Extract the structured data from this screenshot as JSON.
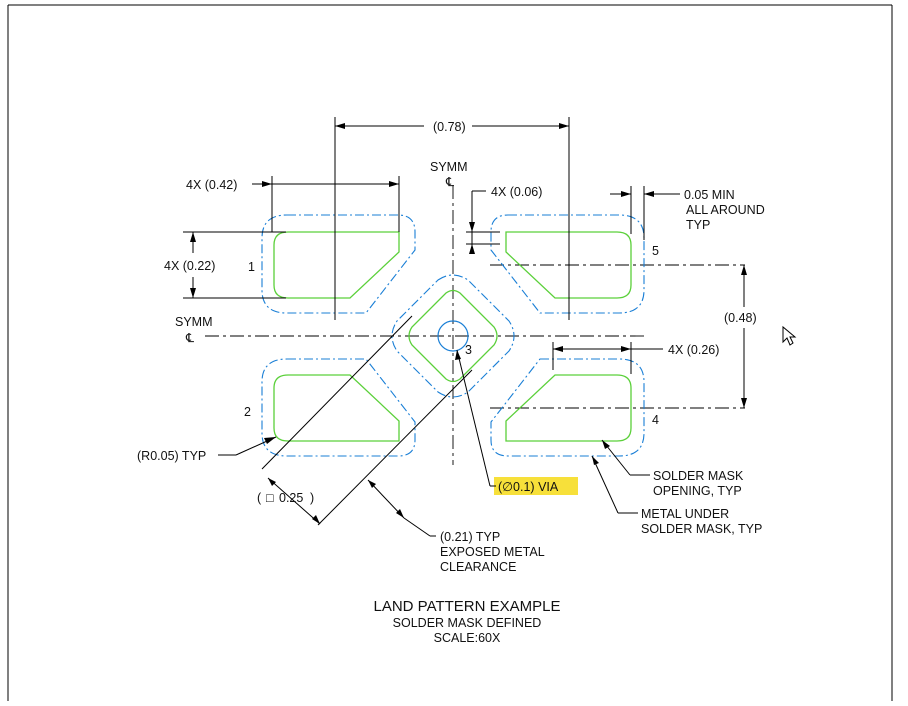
{
  "diagram": {
    "pin_numbers": [
      "1",
      "2",
      "3",
      "4",
      "5"
    ],
    "symmetry_label": "SYMM",
    "centerline_symbol": "℄",
    "dimensions": {
      "width_overall": "(0.78)",
      "pad_length": "4X (0.42)",
      "pad_height": "4X (0.22)",
      "chamfer_gap": "4X (0.06)",
      "min_clearance_line1": "0.05 MIN",
      "min_clearance_line2": "ALL AROUND",
      "min_clearance_line3": "TYP",
      "pitch_vertical": "(0.48)",
      "pad_offset": "4X (0.26)",
      "corner_radius": "(R0.05) TYP",
      "square_size_symbol": "□",
      "square_size_value": "0.25",
      "via_label": "(∅0.1) VIA",
      "clearance_line1": "(0.21) TYP",
      "clearance_line2": "EXPOSED METAL",
      "clearance_line3": "CLEARANCE",
      "mask_opening_line1": "SOLDER MASK",
      "mask_opening_line2": "OPENING, TYP",
      "metal_under_line1": "METAL UNDER",
      "metal_under_line2": "SOLDER MASK, TYP"
    },
    "title": "LAND PATTERN EXAMPLE",
    "subtitle": "SOLDER MASK DEFINED",
    "scale": "SCALE:60X"
  },
  "colors": {
    "metal": "#5bd03a",
    "solder_mask": "#1a7fd6",
    "via_highlight": "#f7e03a"
  }
}
